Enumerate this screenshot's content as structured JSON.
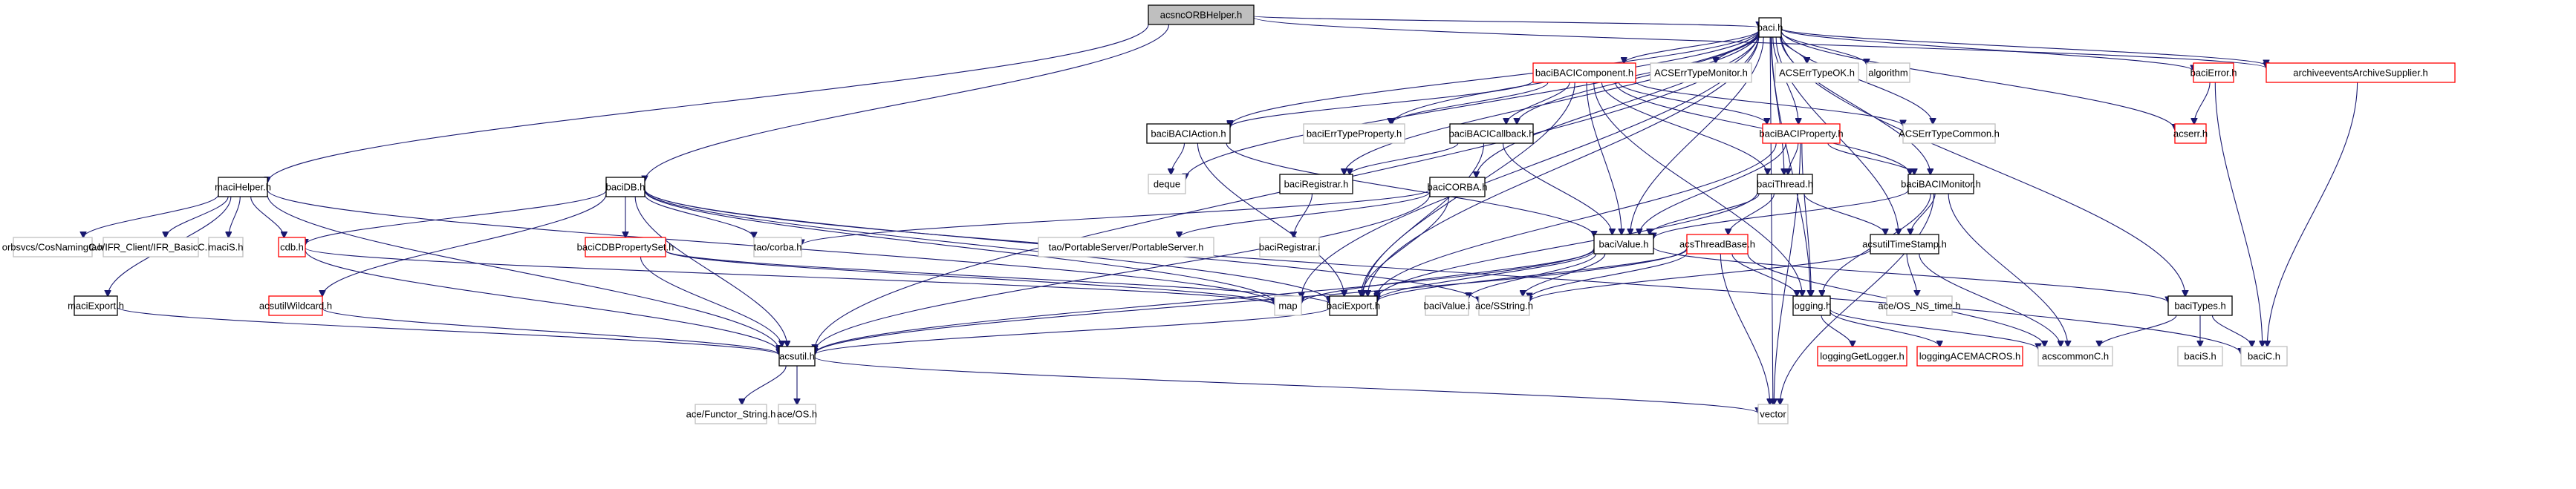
{
  "diagram": {
    "type": "include-dependency-graph",
    "root": "acsncORBHelper.h",
    "colors": {
      "root_fill": "#bfbfbf",
      "documented_border": "#000000",
      "undocumented_border": "#c0c0c0",
      "truncated_border": "#ff0000",
      "edge": "#191970"
    },
    "nodes": [
      {
        "id": "acsncORBHelper",
        "label": "acsncORBHelper.h",
        "kind": "root"
      },
      {
        "id": "baci",
        "label": "baci.h",
        "kind": "documented"
      },
      {
        "id": "maciHelper",
        "label": "maciHelper.h",
        "kind": "documented"
      },
      {
        "id": "baciDB",
        "label": "baciDB.h",
        "kind": "documented"
      },
      {
        "id": "baciCORBA",
        "label": "baciCORBA.h",
        "kind": "documented"
      },
      {
        "id": "baciBACIAction",
        "label": "baciBACIAction.h",
        "kind": "documented"
      },
      {
        "id": "baciBACIComponent",
        "label": "baciBACIComponent.h",
        "kind": "truncated"
      },
      {
        "id": "ACSErrTypeMonitor",
        "label": "ACSErrTypeMonitor.h",
        "kind": "undocumented"
      },
      {
        "id": "ACSErrTypeOK",
        "label": "ACSErrTypeOK.h",
        "kind": "undocumented"
      },
      {
        "id": "algorithm",
        "label": "algorithm",
        "kind": "undocumented"
      },
      {
        "id": "baciError",
        "label": "baciError.h",
        "kind": "truncated"
      },
      {
        "id": "archiveeventsArchiveSupplier",
        "label": "archiveeventsArchiveSupplier.h",
        "kind": "truncated"
      },
      {
        "id": "baciErrTypeProperty",
        "label": "baciErrTypeProperty.h",
        "kind": "undocumented"
      },
      {
        "id": "baciBACICallback",
        "label": "baciBACICallback.h",
        "kind": "documented"
      },
      {
        "id": "baciBACIProperty",
        "label": "baciBACIProperty.h",
        "kind": "truncated"
      },
      {
        "id": "ACSErrTypeCommon",
        "label": "ACSErrTypeCommon.h",
        "kind": "undocumented"
      },
      {
        "id": "acserr",
        "label": "acserr.h",
        "kind": "truncated"
      },
      {
        "id": "deque",
        "label": "deque",
        "kind": "undocumented"
      },
      {
        "id": "baciRegistrar",
        "label": "baciRegistrar.h",
        "kind": "documented"
      },
      {
        "id": "baciThread",
        "label": "baciThread.h",
        "kind": "documented"
      },
      {
        "id": "baciBACIMonitor",
        "label": "baciBACIMonitor.h",
        "kind": "documented"
      },
      {
        "id": "orbsvcsCosNamingC",
        "label": "orbsvcs/CosNamingC.h",
        "kind": "undocumented"
      },
      {
        "id": "taoIFRBasicC",
        "label": "tao/IFR_Client/IFR_BasicC.h",
        "kind": "undocumented"
      },
      {
        "id": "maciS",
        "label": "maciS.h",
        "kind": "undocumented"
      },
      {
        "id": "cdb",
        "label": "cdb.h",
        "kind": "truncated"
      },
      {
        "id": "baciCDBPropertySet",
        "label": "baciCDBPropertySet.h",
        "kind": "truncated"
      },
      {
        "id": "taoCorba",
        "label": "tao/corba.h",
        "kind": "undocumented"
      },
      {
        "id": "taoPortableServer",
        "label": "tao/PortableServer/PortableServer.h",
        "kind": "undocumented"
      },
      {
        "id": "baciRegistrarI",
        "label": "baciRegistrar.i",
        "kind": "undocumented"
      },
      {
        "id": "baciValue",
        "label": "baciValue.h",
        "kind": "documented"
      },
      {
        "id": "acsThreadBase",
        "label": "acsThreadBase.h",
        "kind": "truncated"
      },
      {
        "id": "acsutilTimeStamp",
        "label": "acsutilTimeStamp.h",
        "kind": "documented"
      },
      {
        "id": "acsutilWildcard",
        "label": "acsutilWildcard.h",
        "kind": "truncated"
      },
      {
        "id": "maciExport",
        "label": "maciExport.h",
        "kind": "documented"
      },
      {
        "id": "map",
        "label": "map",
        "kind": "undocumented"
      },
      {
        "id": "baciExport",
        "label": "baciExport.h",
        "kind": "documented"
      },
      {
        "id": "baciValueI",
        "label": "baciValue.i",
        "kind": "undocumented"
      },
      {
        "id": "aceSString",
        "label": "ace/SString.h",
        "kind": "undocumented"
      },
      {
        "id": "logging",
        "label": "logging.h",
        "kind": "documented"
      },
      {
        "id": "aceOSNStime",
        "label": "ace/OS_NS_time.h",
        "kind": "undocumented"
      },
      {
        "id": "baciTypes",
        "label": "baciTypes.h",
        "kind": "documented"
      },
      {
        "id": "acsutil",
        "label": "acsutil.h",
        "kind": "documented"
      },
      {
        "id": "loggingGetLogger",
        "label": "loggingGetLogger.h",
        "kind": "truncated"
      },
      {
        "id": "loggingACEMACROS",
        "label": "loggingACEMACROS.h",
        "kind": "truncated"
      },
      {
        "id": "acscommonC",
        "label": "acscommonC.h",
        "kind": "undocumented"
      },
      {
        "id": "baciS",
        "label": "baciS.h",
        "kind": "undocumented"
      },
      {
        "id": "baciC",
        "label": "baciC.h",
        "kind": "undocumented"
      },
      {
        "id": "aceFunctorString",
        "label": "ace/Functor_String.h",
        "kind": "undocumented"
      },
      {
        "id": "aceOS",
        "label": "ace/OS.h",
        "kind": "undocumented"
      },
      {
        "id": "vector",
        "label": "vector",
        "kind": "undocumented"
      }
    ],
    "edges": [
      [
        "acsncORBHelper",
        "baci"
      ],
      [
        "acsncORBHelper",
        "maciHelper"
      ],
      [
        "acsncORBHelper",
        "baciDB"
      ],
      [
        "acsncORBHelper",
        "archiveeventsArchiveSupplier"
      ],
      [
        "baci",
        "baciBACIComponent"
      ],
      [
        "baci",
        "ACSErrTypeMonitor"
      ],
      [
        "baci",
        "ACSErrTypeOK"
      ],
      [
        "baci",
        "algorithm"
      ],
      [
        "baci",
        "baciError"
      ],
      [
        "baci",
        "archiveeventsArchiveSupplier"
      ],
      [
        "baci",
        "acserr"
      ],
      [
        "baci",
        "baciBACIAction"
      ],
      [
        "baci",
        "baciErrTypeProperty"
      ],
      [
        "baci",
        "baciBACICallback"
      ],
      [
        "baci",
        "baciBACIProperty"
      ],
      [
        "baci",
        "ACSErrTypeCommon"
      ],
      [
        "baci",
        "deque"
      ],
      [
        "baci",
        "baciRegistrar"
      ],
      [
        "baci",
        "baciThread"
      ],
      [
        "baci",
        "baciBACIMonitor"
      ],
      [
        "baci",
        "baciCORBA"
      ],
      [
        "baci",
        "baciValue"
      ],
      [
        "baci",
        "map"
      ],
      [
        "baci",
        "baciExport"
      ],
      [
        "baci",
        "acsutilTimeStamp"
      ],
      [
        "baci",
        "logging"
      ],
      [
        "baci",
        "baciTypes"
      ],
      [
        "baci",
        "vector"
      ],
      [
        "baci",
        "acsutil"
      ],
      [
        "baciBACIComponent",
        "baciBACIAction"
      ],
      [
        "baciBACIComponent",
        "baciErrTypeProperty"
      ],
      [
        "baciBACIComponent",
        "baciBACICallback"
      ],
      [
        "baciBACIComponent",
        "baciBACIProperty"
      ],
      [
        "baciBACIComponent",
        "ACSErrTypeCommon"
      ],
      [
        "baciBACIComponent",
        "baciThread"
      ],
      [
        "baciBACIComponent",
        "baciBACIMonitor"
      ],
      [
        "baciBACIComponent",
        "baciValue"
      ],
      [
        "baciBACIComponent",
        "baciExport"
      ],
      [
        "baciBACIComponent",
        "logging"
      ],
      [
        "baciError",
        "acserr"
      ],
      [
        "baciError",
        "baciC"
      ],
      [
        "archiveeventsArchiveSupplier",
        "baciC"
      ],
      [
        "baciBACIAction",
        "deque"
      ],
      [
        "baciBACIAction",
        "baciValue"
      ],
      [
        "baciBACIAction",
        "baciExport"
      ],
      [
        "baciBACICallback",
        "baciRegistrar"
      ],
      [
        "baciBACICallback",
        "baciValue"
      ],
      [
        "baciBACICallback",
        "baciExport"
      ],
      [
        "baciBACIProperty",
        "baciThread"
      ],
      [
        "baciBACIProperty",
        "baciBACIMonitor"
      ],
      [
        "baciBACIProperty",
        "baciValue"
      ],
      [
        "baciBACIProperty",
        "baciExport"
      ],
      [
        "baciBACIProperty",
        "logging"
      ],
      [
        "baciBACIProperty",
        "vector"
      ],
      [
        "baciRegistrar",
        "baciRegistrarI"
      ],
      [
        "baciThread",
        "acsThreadBase"
      ],
      [
        "baciThread",
        "baciExport"
      ],
      [
        "baciThread",
        "acsutilTimeStamp"
      ],
      [
        "baciThread",
        "baciValue"
      ],
      [
        "baciBACIMonitor",
        "baciValue"
      ],
      [
        "baciBACIMonitor",
        "acsutilTimeStamp"
      ],
      [
        "baciBACIMonitor",
        "logging"
      ],
      [
        "baciBACIMonitor",
        "acscommonC"
      ],
      [
        "baciBACIMonitor",
        "vector"
      ],
      [
        "maciHelper",
        "orbsvcsCosNamingC"
      ],
      [
        "maciHelper",
        "taoIFRBasicC"
      ],
      [
        "maciHelper",
        "maciS"
      ],
      [
        "maciHelper",
        "cdb"
      ],
      [
        "maciHelper",
        "maciExport"
      ],
      [
        "maciHelper",
        "acsutil"
      ],
      [
        "maciHelper",
        "map"
      ],
      [
        "baciDB",
        "cdb"
      ],
      [
        "baciDB",
        "baciCDBPropertySet"
      ],
      [
        "baciDB",
        "taoCorba"
      ],
      [
        "baciDB",
        "acsutilWildcard"
      ],
      [
        "baciDB",
        "acsutil"
      ],
      [
        "baciDB",
        "map"
      ],
      [
        "baciDB",
        "baciExport"
      ],
      [
        "baciDB",
        "baciC"
      ],
      [
        "baciDB",
        "aceSString"
      ],
      [
        "baciCORBA",
        "taoCorba"
      ],
      [
        "baciCORBA",
        "taoPortableServer"
      ],
      [
        "baciCORBA",
        "acsutil"
      ],
      [
        "baciCORBA",
        "baciExport"
      ],
      [
        "cdb",
        "acsutil"
      ],
      [
        "cdb",
        "map"
      ],
      [
        "baciCDBPropertySet",
        "acsutil"
      ],
      [
        "baciCDBPropertySet",
        "map"
      ],
      [
        "baciCDBPropertySet",
        "baciExport"
      ],
      [
        "acsutilWildcard",
        "acsutil"
      ],
      [
        "maciExport",
        "acsutil"
      ],
      [
        "baciValue",
        "baciExport"
      ],
      [
        "baciValue",
        "baciValueI"
      ],
      [
        "baciValue",
        "aceSString"
      ],
      [
        "baciValue",
        "baciTypes"
      ],
      [
        "baciValue",
        "map"
      ],
      [
        "baciValue",
        "acsutil"
      ],
      [
        "acsThreadBase",
        "baciExport"
      ],
      [
        "acsThreadBase",
        "aceSString"
      ],
      [
        "acsThreadBase",
        "logging"
      ],
      [
        "acsThreadBase",
        "acscommonC"
      ],
      [
        "acsThreadBase",
        "acsutil"
      ],
      [
        "acsThreadBase",
        "vector"
      ],
      [
        "acsutilTimeStamp",
        "aceSString"
      ],
      [
        "acsutilTimeStamp",
        "aceOSNStime"
      ],
      [
        "acsutilTimeStamp",
        "acscommonC"
      ],
      [
        "logging",
        "loggingGetLogger"
      ],
      [
        "logging",
        "loggingACEMACROS"
      ],
      [
        "logging",
        "acscommonC"
      ],
      [
        "baciTypes",
        "acscommonC"
      ],
      [
        "baciTypes",
        "baciS"
      ],
      [
        "baciTypes",
        "baciC"
      ],
      [
        "baciExport",
        "acsutil"
      ],
      [
        "acsutil",
        "aceFunctorString"
      ],
      [
        "acsutil",
        "aceOS"
      ],
      [
        "acsutil",
        "vector"
      ]
    ]
  }
}
